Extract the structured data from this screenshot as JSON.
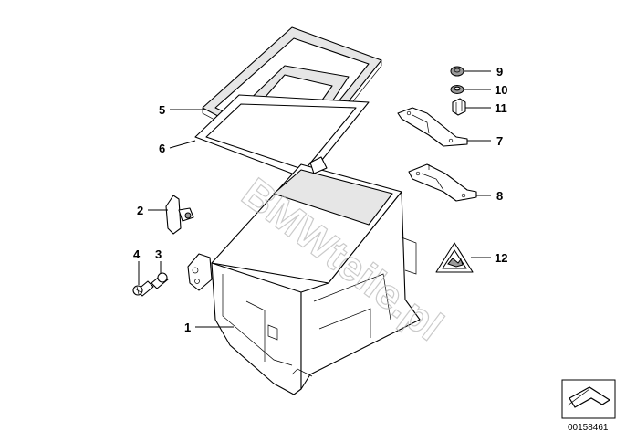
{
  "callouts": [
    {
      "id": "1",
      "label": "1"
    },
    {
      "id": "2",
      "label": "2"
    },
    {
      "id": "3",
      "label": "3"
    },
    {
      "id": "4",
      "label": "4"
    },
    {
      "id": "5",
      "label": "5"
    },
    {
      "id": "6",
      "label": "6"
    },
    {
      "id": "7",
      "label": "7"
    },
    {
      "id": "8",
      "label": "8"
    },
    {
      "id": "9",
      "label": "9"
    },
    {
      "id": "10",
      "label": "10"
    },
    {
      "id": "11",
      "label": "11"
    },
    {
      "id": "12",
      "label": "12"
    }
  ],
  "watermark": "BMWteile.pl",
  "document_number": "00158461",
  "colors": {
    "line": "#000000",
    "background": "#ffffff",
    "shade": "#e6e6e6",
    "watermark": "#b9b9b9"
  }
}
